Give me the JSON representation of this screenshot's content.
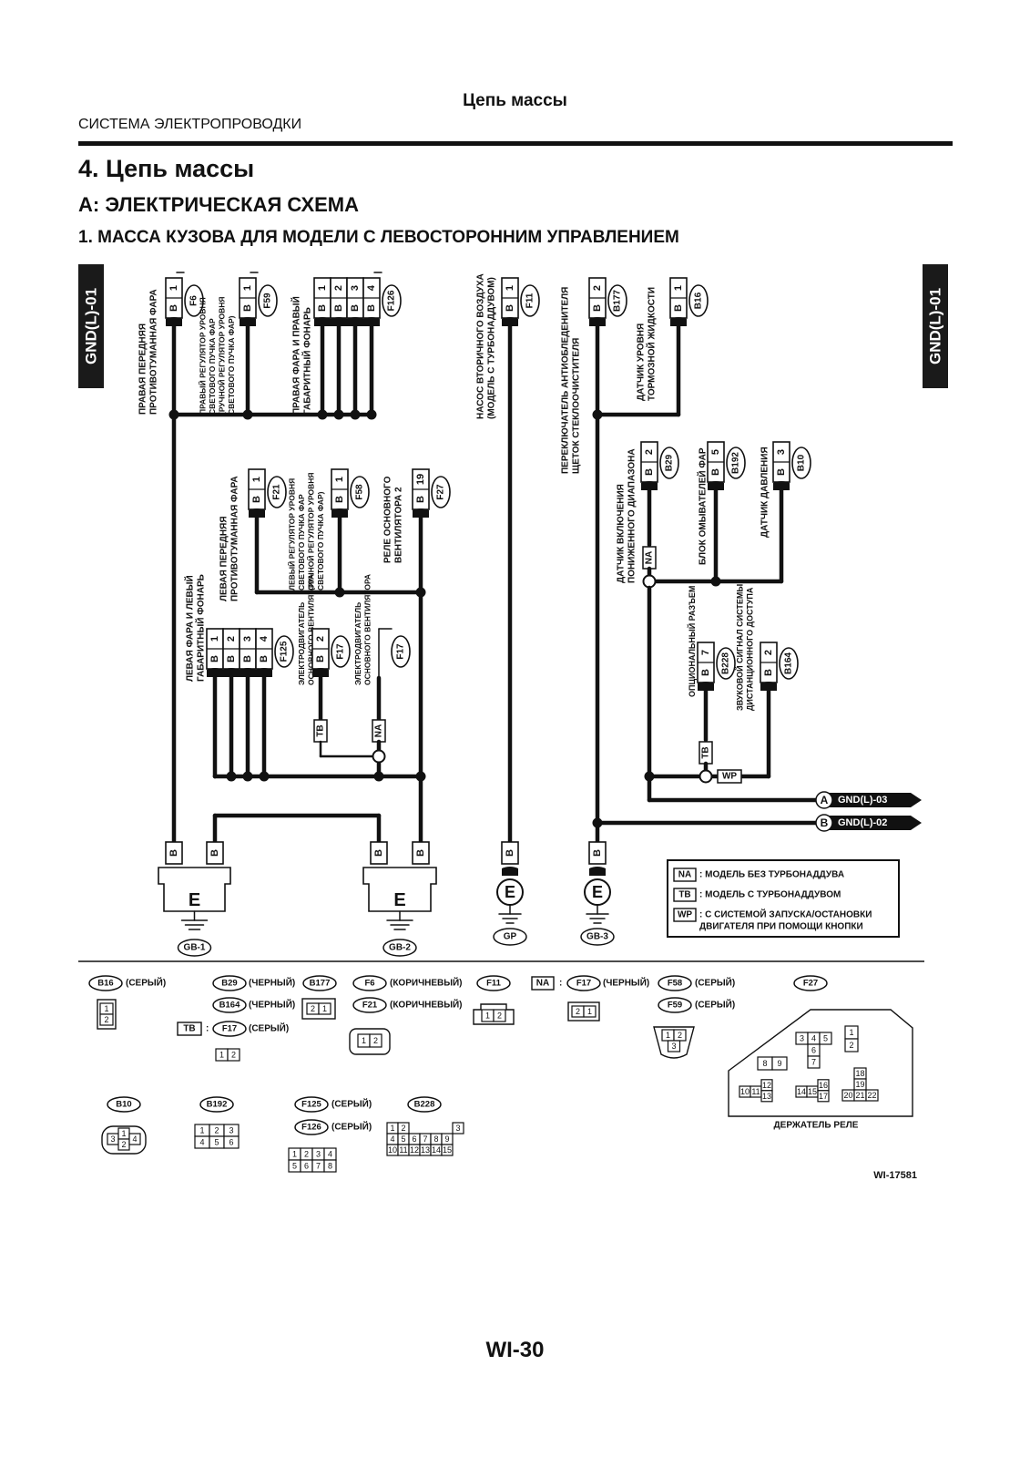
{
  "header": {
    "section_title": "Цепь массы",
    "system_name": "СИСТЕМА ЭЛЕКТРОПРОВОДКИ"
  },
  "headings": {
    "chapter": "4.  Цепь массы",
    "subsection": "A:  ЭЛЕКТРИЧЕСКАЯ СХЕМА",
    "item": "1.  МАССА КУЗОВА ДЛЯ МОДЕЛИ С ЛЕВОСТОРОННИМ УПРАВЛЕНИЕМ"
  },
  "side_tabs": [
    "GND(L)-01",
    "GND(L)-01"
  ],
  "components": {
    "right_fog": "ПРАВАЯ ПЕРЕДНЯЯ|ПРОТИВОТУМАННАЯ ФАРА",
    "right_leveler": "ПРАВЫЙ РЕГУЛЯТОР УРОВНЯ|СВЕТОВОГО ПУЧКА ФАР|(РУЧНОЙ РЕГУЛЯТОР УРОВНЯ|СВЕТОВОГО ПУЧКА ФАР)",
    "right_headlamp": "ПРАВАЯ ФАРА И ПРАВЫЙ|ГАБАРИТНЫЙ ФОНАРЬ",
    "air_pump": "НАСОС ВТОРИЧНОГО ВОЗДУХА|(МОДЕЛЬ С ТУРБОНАДДУВОМ)",
    "deicer_switch": "ПЕРЕКЛЮЧАТЕЛЬ АНТИОБЛЕДЕНИТЕЛЯ|ЩЕТОК СТЕКЛООЧИСТИТЕЛЯ",
    "brake_fluid": "ДАТЧИК УРОВНЯ|ТОРМОЗНОЙ ЖИДКОСТИ",
    "left_fog": "ЛЕВАЯ ПЕРЕДНЯЯ|ПРОТИВОТУМАННАЯ ФАРА",
    "left_leveler": "ЛЕВЫЙ РЕГУЛЯТОР УРОВНЯ|СВЕТОВОГО ПУЧКА ФАР|(РУЧНОЙ РЕГУЛЯТОР УРОВНЯ|СВЕТОВОГО ПУЧКА ФАР)",
    "fan_relay": "РЕЛЕ ОСНОВНОГО|ВЕНТИЛЯТОРА 2",
    "low_range": "ДАТЧИК ВКЛЮЧЕНИЯ|ПОНИЖЕННОГО ДИАПАЗОНА",
    "washer": "БЛОК ОМЫВАТЕЛЕЙ ФАР",
    "pressure": "ДАТЧИК ДАВЛЕНИЯ",
    "left_headlamp": "ЛЕВАЯ ФАРА И ЛЕВЫЙ|ГАБАРИТНЫЙ ФОНАРЬ",
    "fan_motor_tb": "ЭЛЕКТРОДВИГАТЕЛЬ|ОСНОВНОГО ВЕНТИЛЯТОРА",
    "fan_motor_na": "ЭЛЕКТРОДВИГАТЕЛЬ|ОСНОВНОГО ВЕНТИЛЯТОРА",
    "optional": "ОПЦИОНАЛЬНЫЙ РАЗЪЕМ",
    "keyless": "ЗВУКОВОЙ СИГНАЛ СИСТЕМЫ|ДИСТАНЦИОННОГО ДОСТУПА"
  },
  "connectors": {
    "F6": "F6",
    "F59": "F59",
    "F126": "F126",
    "F11": "F11",
    "B177": "B177",
    "B16": "B16",
    "F21": "F21",
    "F58": "F58",
    "F27": "F27",
    "B29": "B29",
    "B192": "B192",
    "B10": "B10",
    "F125": "F125",
    "F17a": "F17",
    "F17b": "F17",
    "B228": "B228",
    "B164": "B164"
  },
  "pins": {
    "F6": "1",
    "F59": "1",
    "F126": [
      "1",
      "2",
      "3",
      "4"
    ],
    "F11": "1",
    "B177": "2",
    "B16": "1",
    "F21": "1",
    "F58": "1",
    "F27": "19",
    "B29": "2",
    "B192": "5",
    "B10": "3",
    "F125": [
      "1",
      "2",
      "3",
      "4"
    ],
    "F17a": "2",
    "B228": "7",
    "B164": "2"
  },
  "wire_color": "B",
  "tags": {
    "na": "NA",
    "tb": "TB",
    "wp": "WP",
    "a": "A",
    "b": "B",
    "e": "E"
  },
  "grounds": [
    "GB-1",
    "GB-2",
    "GP",
    "GB-3"
  ],
  "links": {
    "a": "GND(L)-03",
    "b": "GND(L)-02"
  },
  "legend": [
    {
      "tag": "NA",
      "text": ": МОДЕЛЬ БЕЗ ТУРБОНАДДУВА"
    },
    {
      "tag": "TB",
      "text": ": МОДЕЛЬ С ТУРБОНАДДУВОМ"
    },
    {
      "tag": "WP",
      "text": ": С СИСТЕМОЙ ЗАПУСКА/ОСТАНОВКИ|ДВИГАТЕЛЯ ПРИ ПОМОЩИ КНОПКИ"
    }
  ],
  "connector_views": {
    "b16": "(СЕРЫЙ)",
    "b29": "(ЧЕРНЫЙ)",
    "b164": "(ЧЕРНЫЙ)",
    "f17tb": "(СЕРЫЙ)",
    "f6": "(КОРИЧНЕВЫЙ)",
    "f21": "(КОРИЧНЕВЫЙ)",
    "f17na": "(ЧЕРНЫЙ)",
    "f58": "(СЕРЫЙ)",
    "f59": "(СЕРЫЙ)",
    "f125": "(СЕРЫЙ)",
    "f126": "(СЕРЫЙ)",
    "relay_holder": "ДЕРЖАТЕЛЬ РЕЛЕ",
    "colon": ":"
  },
  "figure_id": "WI-17581",
  "page_number": "WI-30"
}
